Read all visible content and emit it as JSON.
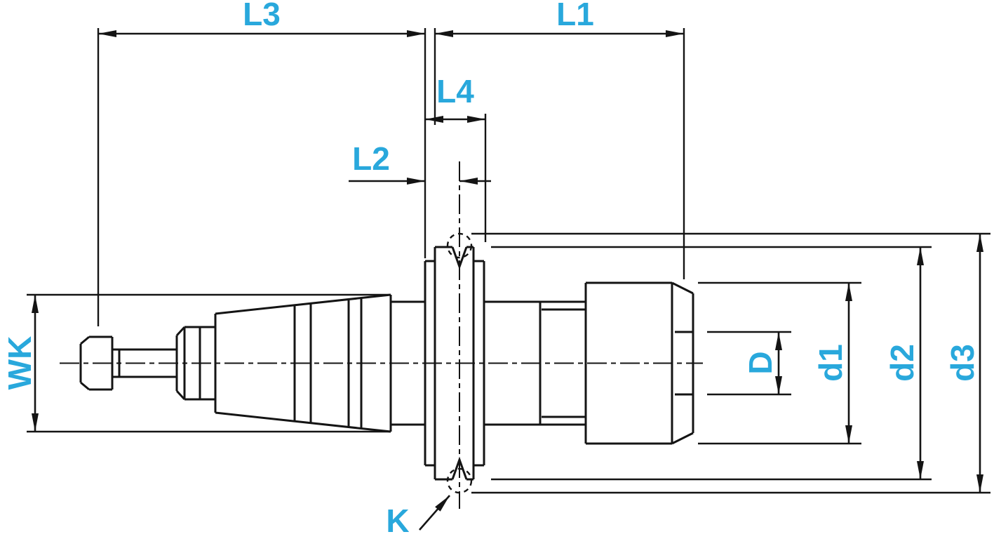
{
  "colors": {
    "accent": "#29a8dc",
    "line": "#141414",
    "background": "#ffffff"
  },
  "labels": {
    "l3": "L3",
    "l1": "L1",
    "l4": "L4",
    "l2": "L2",
    "wk": "WK",
    "d": "D",
    "d1": "d1",
    "d2": "d2",
    "d3": "d3",
    "k": "K"
  }
}
